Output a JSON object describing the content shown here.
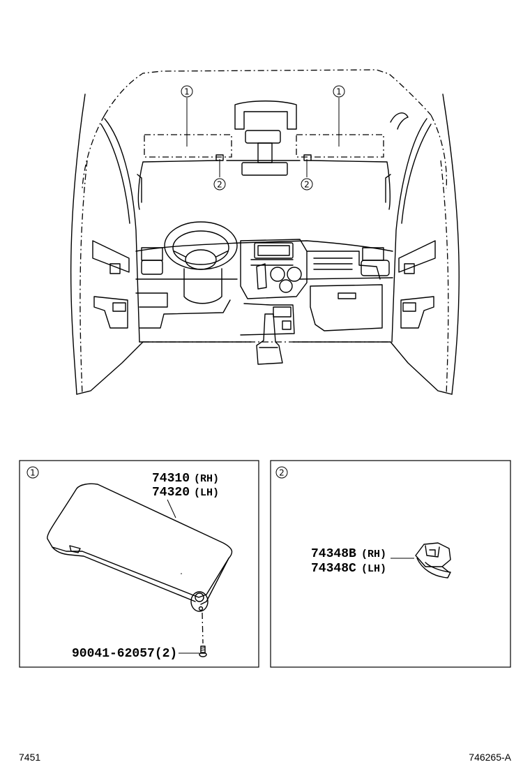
{
  "overview": {
    "callouts": [
      "1",
      "1",
      "2",
      "2"
    ]
  },
  "panels": [
    {
      "callout": "1",
      "part_numbers": [
        "74310",
        "74320"
      ],
      "part_suffixes": [
        "(RH)",
        "(LH)"
      ],
      "fastener": "90041-62057(2)"
    },
    {
      "callout": "2",
      "part_numbers": [
        "74348B",
        "74348C"
      ],
      "part_suffixes": [
        "(RH)",
        "(LH)"
      ]
    }
  ],
  "footer": {
    "page_code": "7451",
    "figure_id": "746265-A"
  }
}
